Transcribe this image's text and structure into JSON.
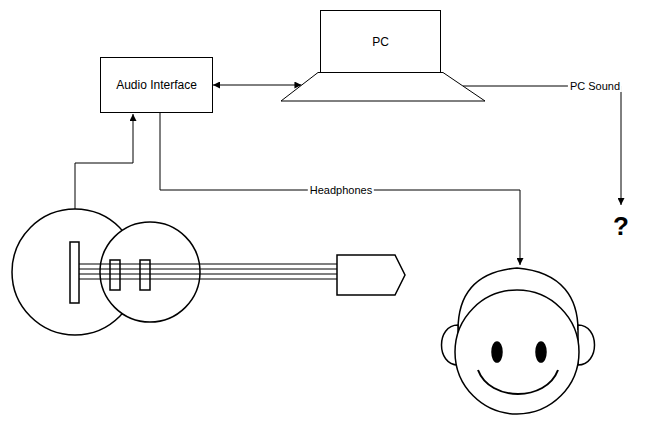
{
  "diagram": {
    "nodes": [
      {
        "text": [
          "Audio Interface"
        ]
      },
      {
        "text": [
          "PC"
        ]
      }
    ],
    "edges": [
      {
        "from": 0,
        "to": 1,
        "arrow": "both"
      }
    ],
    "labels": [
      "Headphones",
      "PC Sound",
      "?"
    ]
  }
}
